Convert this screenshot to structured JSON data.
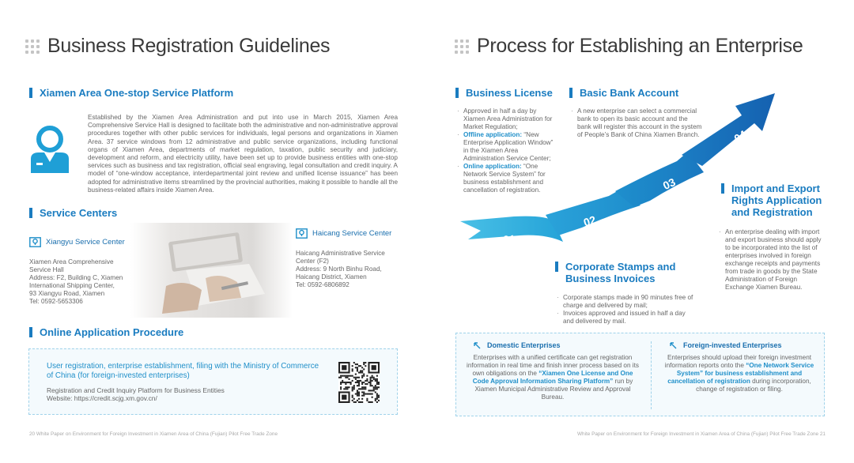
{
  "left": {
    "title": "Business Registration Guidelines",
    "one_stop": {
      "heading": "Xiamen Area One-stop Service Platform",
      "body": "Established by the Xiamen Area Administration and put into use in March 2015, Xiamen Area Comprehensive Service Hall is designed to facilitate both the administrative and non-administrative approval procedures together with other public services for individuals, legal persons and organizations in Xiamen Area. 37 service windows from 12 administrative and public service organizations, including functional organs of Xiamen Area, departments of market regulation, taxation, public security and judiciary, development and reform, and electricity utility, have been set up to provide business entities with one-stop services such as business and tax registration, official seal engraving, legal consultation and credit inquiry. A model of “one-window acceptance, interdepartmental joint review and unified license issuance” has been adopted for administrative items streamlined by the provincial authorities, making it possible to handle all the business-related affairs inside Xiamen Area."
    },
    "service_centers": {
      "heading": "Service Centers",
      "xiangyu": {
        "name": "Xiangyu Service Center",
        "lines": [
          "Xiamen Area Comprehensive",
          "Service Hall",
          "Address: F2, Building C, Xiamen",
          "International Shipping Center,",
          "93 Xiangyu Road, Xiamen",
          "Tel: 0592-5653306"
        ]
      },
      "haicang": {
        "name": "Haicang Service Center",
        "lines": [
          "Haicang Administrative Service",
          "Center (F2)",
          "Address: 9 North Binhu Road,",
          "Haicang District, Xiamen",
          "Tel: 0592-6806892"
        ]
      }
    },
    "online": {
      "heading": "Online Application Procedure",
      "main": "User registration, enterprise establishment, filing with the Ministry of Commerce of China (for foreign-invested enterprises)",
      "platform": "Registration and Credit Inquiry Platform for Business Entities",
      "website": "Website: https://credit.scjg.xm.gov.cn/"
    },
    "footer": "20   White Paper on Environment for Foreign Investment in Xiamen Area of China (Fujian) Pilot Free Trade Zone"
  },
  "right": {
    "title": "Process for Establishing an Enterprise",
    "steps": [
      "01",
      "02",
      "03",
      "04"
    ],
    "business_license": {
      "heading": "Business License",
      "item1": "Approved in half a day by Xiamen Area Administration for Market Regulation;",
      "item2_label": "Offline application:",
      "item2_rest": " “New Enterprise Application Window” in the Xiamen Area Administration Service Center;",
      "item3_label": "Online application:",
      "item3_rest": " “One Network Service System” for business establishment and cancellation of registration."
    },
    "bank": {
      "heading": "Basic Bank Account",
      "item": "A new enterprise can select a commercial bank to open its basic account and the bank will register this account in the system of People’s Bank of China Xiamen Branch."
    },
    "stamps": {
      "heading_line1": "Corporate Stamps and",
      "heading_line2": "Business Invoices",
      "item1": "Corporate stamps made in 90 minutes free of charge and delivered by mail;",
      "item2": "Invoices approved and issued in half a day and delivered by mail."
    },
    "import_export": {
      "heading_line1": "Import and Export",
      "heading_line2": "Rights Application",
      "heading_line3": "and Registration",
      "item": "An enterprise dealing with import and export business should apply to be incorporated into the list of enterprises involved in foreign exchange receipts and payments from trade in goods by the State Administration of Foreign Exchange Xiamen Bureau."
    },
    "domestic": {
      "title": "Domestic Enterprises",
      "text1": "Enterprises with a unified certificate can get registration information in real time and finish inner process based on its own obligations on the ",
      "highlight": "“Xiamen One License and One Code Approval Information Sharing Platform”",
      "text2": " run by Xiamen Municipal Administrative Review and Approval Bureau."
    },
    "foreign": {
      "title": "Foreign-invested Enterprises",
      "text1": "Enterprises should upload their foreign investment information reports onto the ",
      "highlight": "“One Network Service System” for business establishment and cancellation of registration",
      "text2": " during incorporation, change of registration or filing."
    },
    "footer": "White Paper on Environment for Foreign Investment in Xiamen Area of China (Fujian) Pilot Free Trade Zone   21"
  },
  "colors": {
    "accent": "#1a7cc0",
    "light_accent": "#1f8fc9",
    "arrow_light": "#3fb6de",
    "arrow_dark": "#1565b3"
  }
}
